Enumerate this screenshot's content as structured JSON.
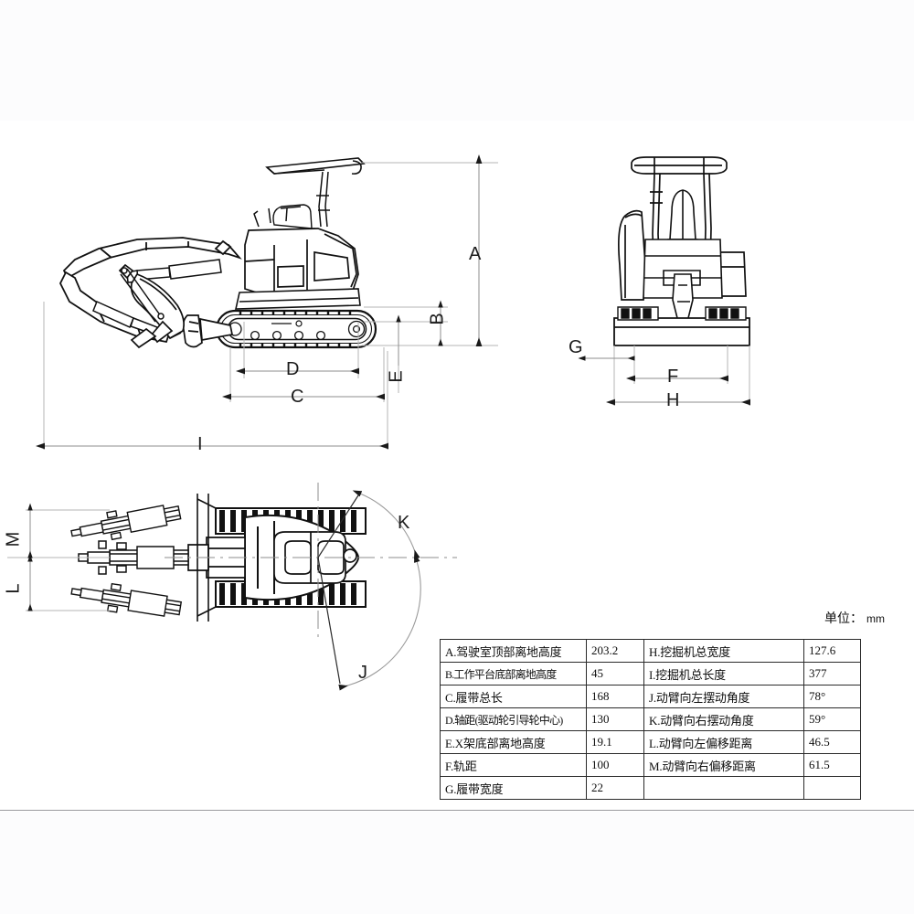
{
  "sheet": {
    "unit_caption": "单位：",
    "unit_value": "mm"
  },
  "views": {
    "side": {
      "name": "side-view",
      "dimension_letters": [
        "A",
        "B",
        "C",
        "D",
        "E",
        "I"
      ]
    },
    "front": {
      "name": "front-view",
      "dimension_letters": [
        "F",
        "G",
        "H"
      ]
    },
    "top": {
      "name": "top-view",
      "dimension_letters": [
        "J",
        "K",
        "L",
        "M"
      ]
    }
  },
  "dimension_labels": {
    "A": "A",
    "B": "B",
    "C": "C",
    "D": "D",
    "E": "E",
    "F": "F",
    "G": "G",
    "H": "H",
    "I": "I",
    "J": "J",
    "K": "K",
    "L": "L",
    "M": "M"
  },
  "spec_table": {
    "left_rows": [
      {
        "label": "A.驾驶室顶部离地高度",
        "value": "203.2"
      },
      {
        "label": "B.工作平台底部离地高度",
        "value": "45"
      },
      {
        "label": "C.履带总长",
        "value": "168"
      },
      {
        "label": "D.轴距(驱动轮引导轮中心)",
        "value": "130"
      },
      {
        "label": "E.X架底部离地高度",
        "value": "19.1"
      },
      {
        "label": "F.轨距",
        "value": "100"
      },
      {
        "label": "G.履带宽度",
        "value": "22"
      }
    ],
    "right_rows": [
      {
        "label": "H.挖掘机总宽度",
        "value": "127.6"
      },
      {
        "label": "I.挖掘机总长度",
        "value": "377"
      },
      {
        "label": "J.动臂向左摆动角度",
        "value": "78°"
      },
      {
        "label": "K.动臂向右摆动角度",
        "value": "59°"
      },
      {
        "label": "L.动臂向左偏移距离",
        "value": "46.5"
      },
      {
        "label": "M.动臂向右偏移距离",
        "value": "61.5"
      },
      {
        "label": "",
        "value": ""
      }
    ]
  },
  "colors": {
    "line": "#1a1a1a",
    "dimension_line": "#9a9a9a",
    "text": "#0e0e0e",
    "background": "#ffffff"
  }
}
